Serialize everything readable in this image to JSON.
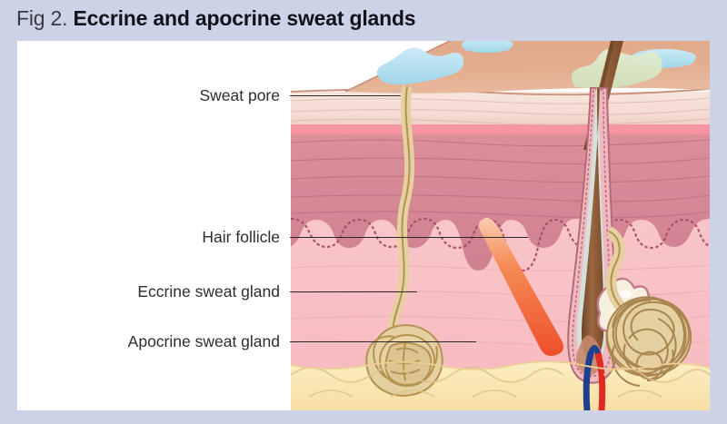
{
  "figure": {
    "number_label": "Fig 2.",
    "title": "Eccrine and apocrine sweat glands"
  },
  "labels": [
    {
      "id": "sweat-pore",
      "text": "Sweat pore"
    },
    {
      "id": "hair-follicle",
      "text": "Hair follicle"
    },
    {
      "id": "eccrine-sweat-gland",
      "text": "Eccrine sweat gland"
    },
    {
      "id": "apocrine-sweat-gland",
      "text": "Apocrine sweat gland"
    }
  ],
  "colors": {
    "page_background": "#ccd3e7",
    "panel_background": "#ffffff",
    "title_text": "#12121a",
    "label_text": "#2d2d33",
    "leader_line": "#2a2a2e",
    "skin_surface": "#e0a98a",
    "epidermis": "#f3ded7",
    "papillary_band": "#f5929f",
    "dermis": "#d98a97",
    "lower_dermis": "#f7c2c6",
    "subcutaneous_fat": "#f8e3b0",
    "gland_tan": "#e3cd9e",
    "gland_outline": "#a9854f",
    "hair_shaft": "#8a5a36",
    "sweat_droplet": "#ade0f0",
    "apocrine_secretion": "#d8e6c4",
    "arrector_pili_muscle": "#f4683a",
    "artery": "#e02b24",
    "vein": "#1f3f8f"
  },
  "illustration": {
    "name": "cross-section-of-skin-with-sweat-glands",
    "structures": [
      "skin-surface",
      "sweat-droplets",
      "apocrine-secretion",
      "hair-shaft",
      "epidermis",
      "dermis",
      "dermal-papillae",
      "subcutaneous-fat",
      "eccrine-duct",
      "eccrine-gland-coil",
      "apocrine-duct",
      "apocrine-gland-coil",
      "hair-follicle",
      "hair-bulb",
      "sebaceous-gland",
      "arrector-pili-muscle",
      "artery",
      "vein"
    ]
  }
}
